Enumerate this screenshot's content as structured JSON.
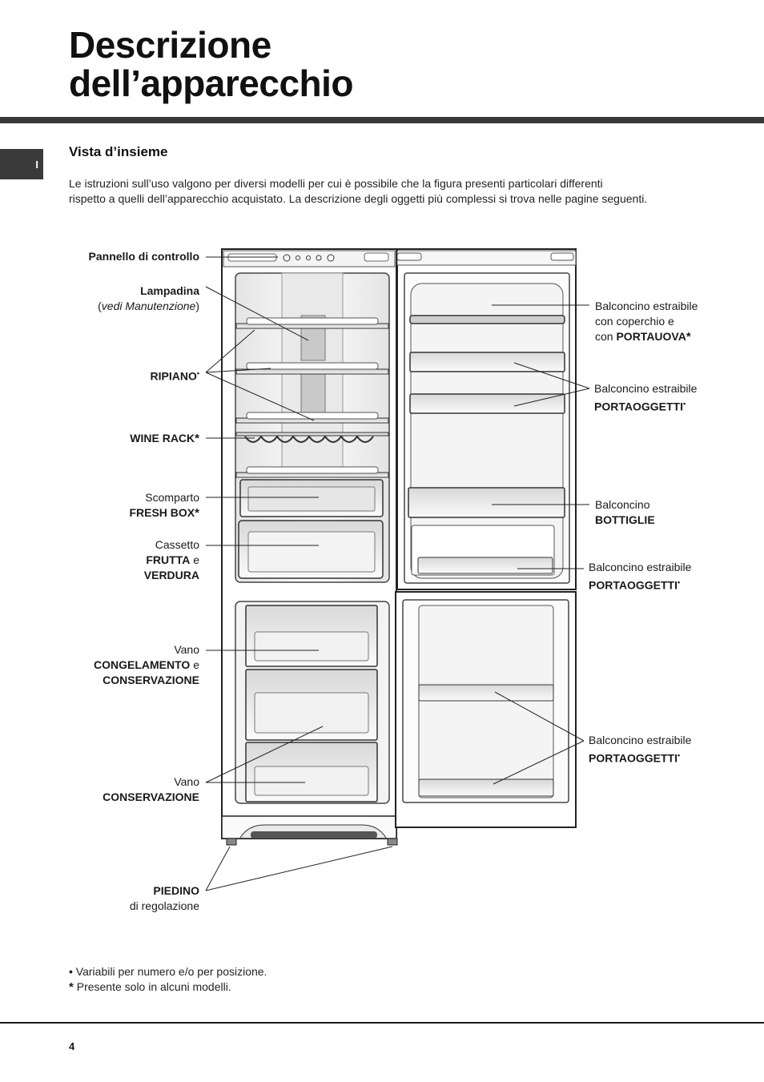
{
  "header": {
    "title_line1": "Descrizione",
    "title_line2": "dell’apparecchio",
    "language_tab": "I"
  },
  "section": {
    "title": "Vista d’insieme",
    "intro_line1": "Le istruzioni sull’uso valgono per diversi modelli per cui è possibile che la figura presenti particolari differenti",
    "intro_line2": "rispetto a quelli dell’apparecchio acquistato. La descrizione degli oggetti più complessi si trova nelle pagine seguenti."
  },
  "labels_left": {
    "pannello": "Pannello di controllo",
    "lampadina": "Lampadina",
    "lampadina_note_open": "(",
    "lampadina_note": "vedi Manutenzione",
    "lampadina_note_close": ")",
    "ripiano": "RIPIANO",
    "wine_rack": "WINE RACK",
    "scomparto": "Scomparto",
    "fresh_box": "FRESH BOX",
    "cassetto": "Cassetto",
    "frutta": "FRUTTA",
    "e": "e",
    "verdura": "VERDURA",
    "vano1": "Vano",
    "congelamento": "CONGELAMENTO",
    "e2": "e",
    "conservazione1": "CONSERVAZIONE",
    "vano2": "Vano",
    "conservazione2": "CONSERVAZIONE",
    "piedino": "PIEDINO",
    "regolazione": "di regolazione"
  },
  "labels_right": {
    "portauova_l1": "Balconcino estraibile",
    "portauova_l2": "con coperchio e",
    "portauova_l3a": "con",
    "portauova_l3b": "PORTAUOVA",
    "portaoggetti1_l1": "Balconcino estraibile",
    "portaoggetti1_l2": "PORTAOGGETTI",
    "bottiglie_l1": "Balconcino",
    "bottiglie_l2": "BOTTIGLIE",
    "portaoggetti2_l1": "Balconcino estraibile",
    "portaoggetti2_l2": "PORTAOGGETTI",
    "portaoggetti3_l1": "Balconcino estraibile",
    "portaoggetti3_l2": "PORTAOGGETTI"
  },
  "symbols": {
    "dot": "•",
    "star": "*"
  },
  "notes": {
    "note1": "Variabili per numero e/o per posizione.",
    "note2": "Presente solo in alcuni modelli."
  },
  "footer": {
    "page_number": "4"
  }
}
